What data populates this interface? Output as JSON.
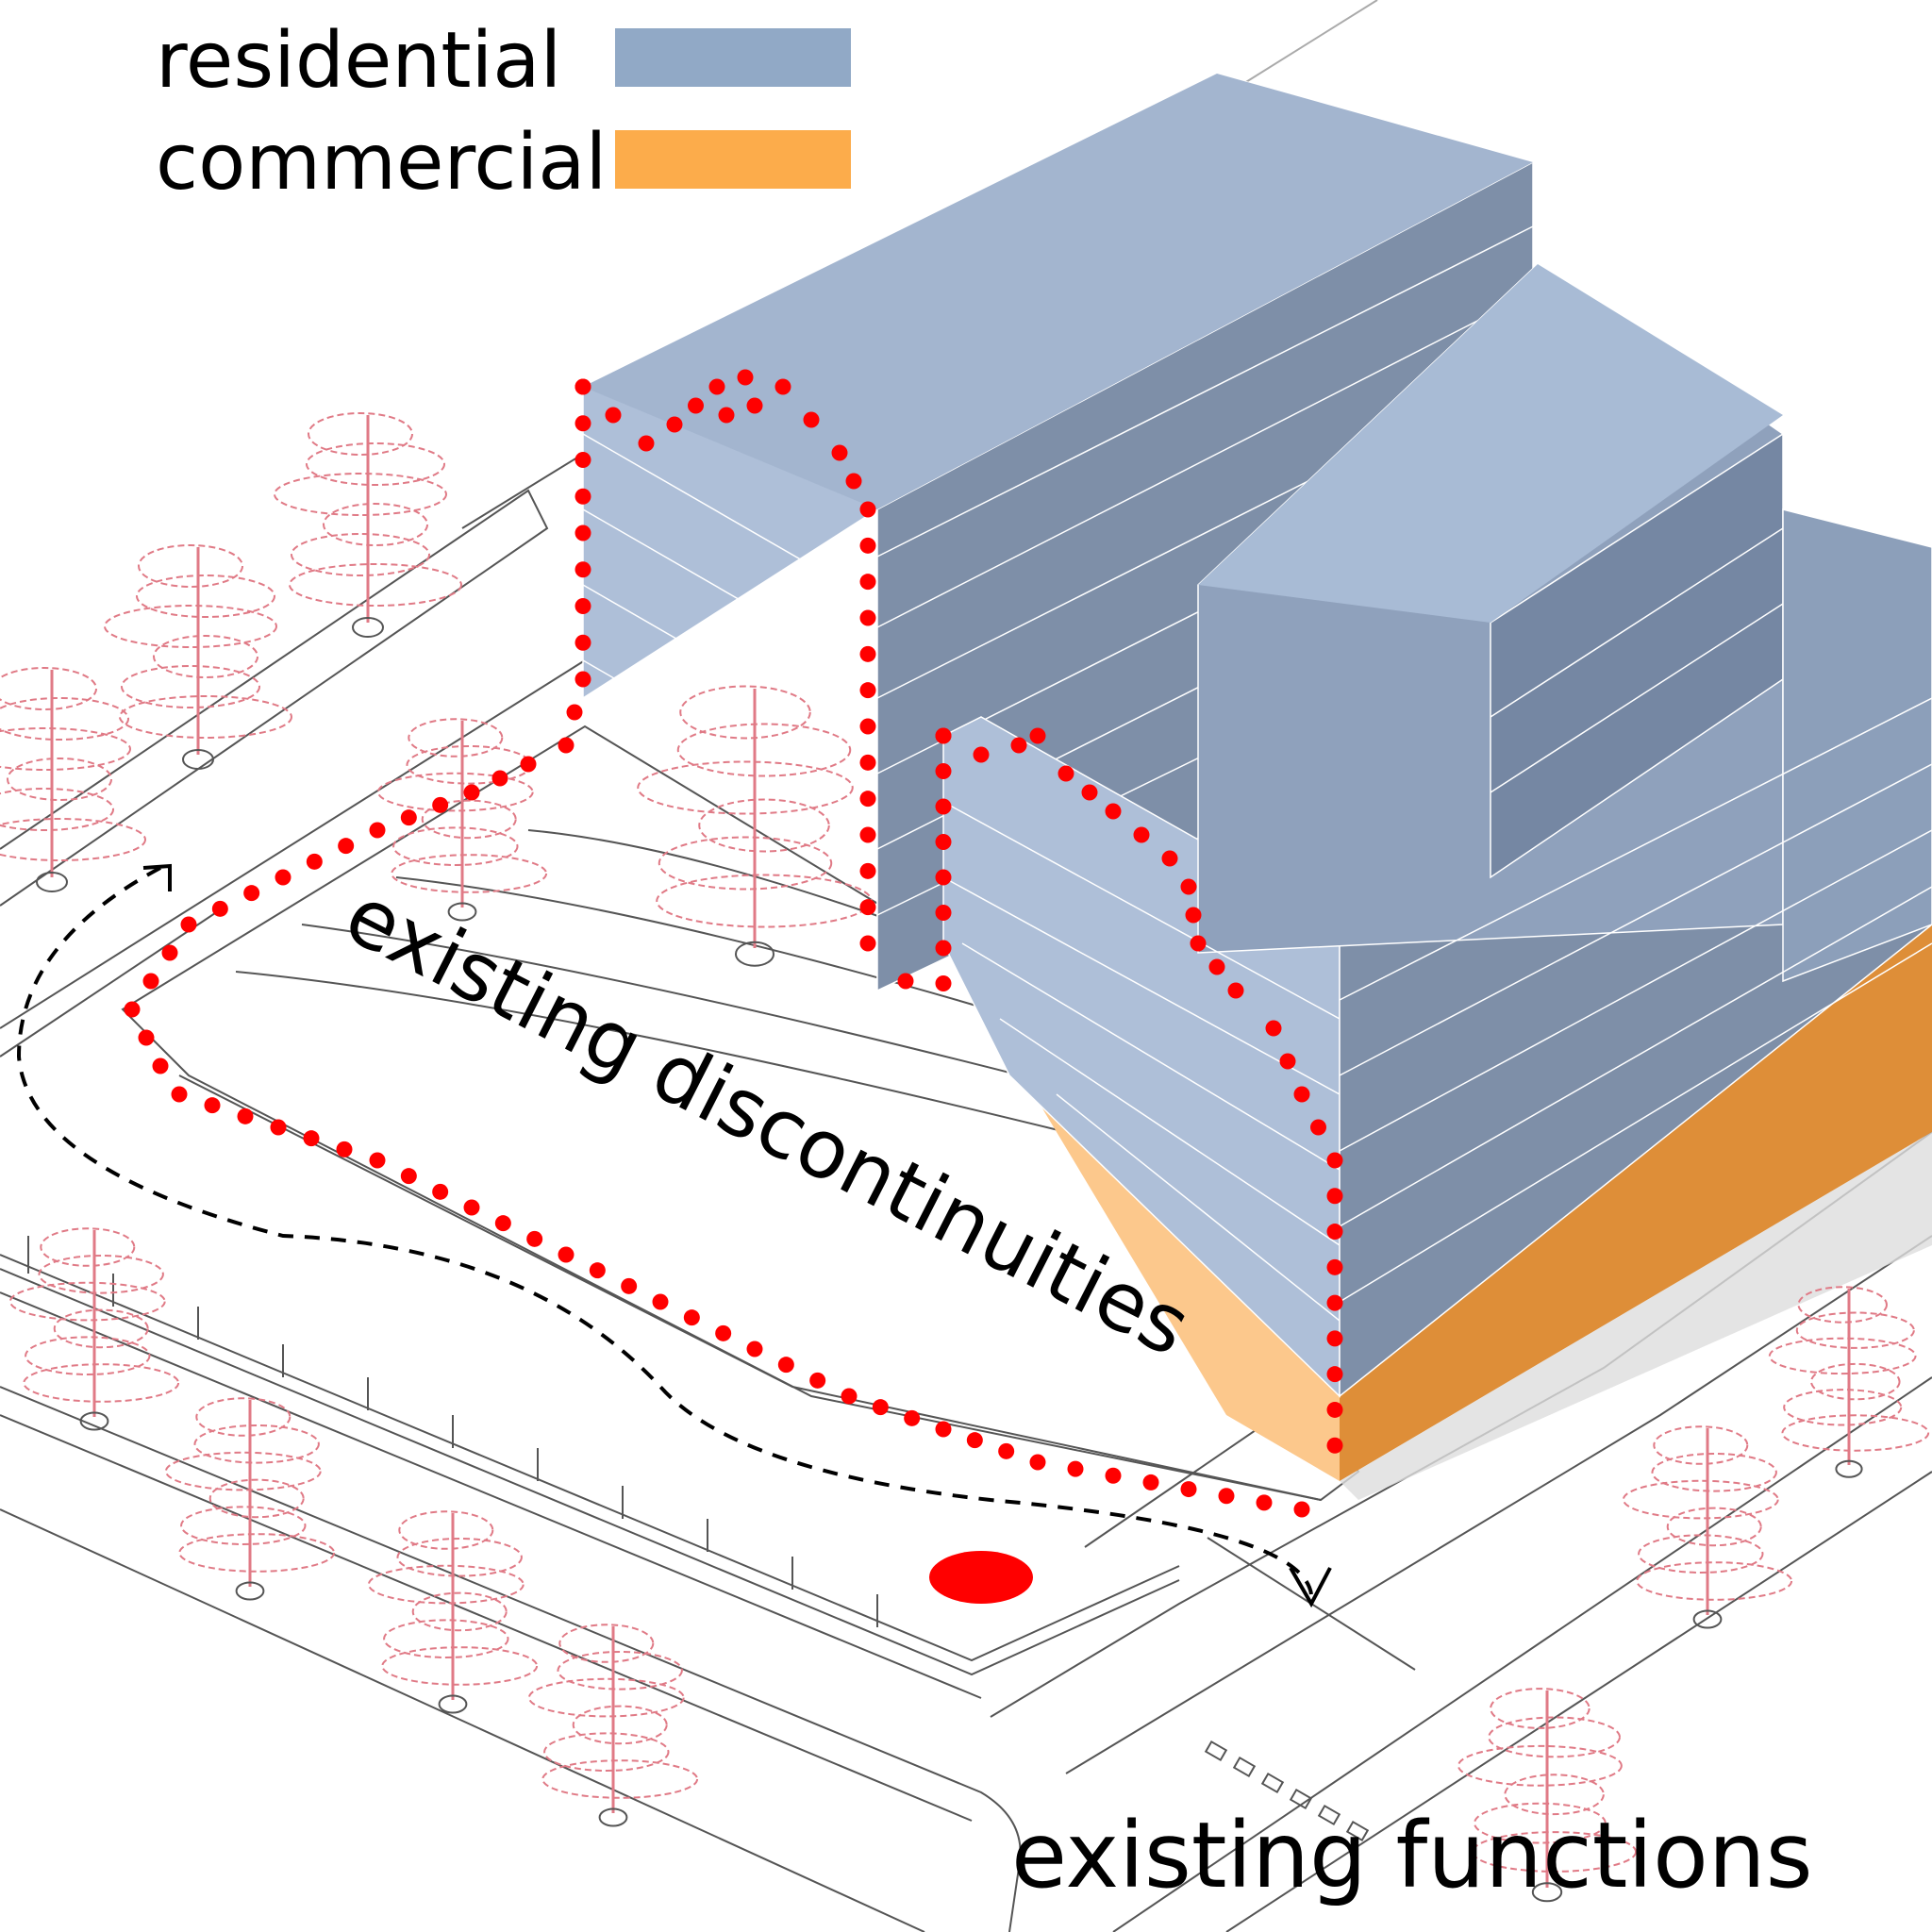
{
  "legend": {
    "items": [
      {
        "label": "residential",
        "color": "#91A9C6"
      },
      {
        "label": "commercial",
        "color": "#FCAC4B"
      }
    ]
  },
  "annotations": {
    "discontinuities": "existing discontinuities",
    "functions": "existing functions"
  },
  "colors": {
    "facade_light": "#AEBFD8",
    "facade_dark": "#7E8FA8",
    "roof": "#A8BBD5",
    "commercial_light": "#FCC88C",
    "commercial_dark": "#DE8E38",
    "tree_line": "#E07A86",
    "boundary_dot": "#FF0000",
    "site_line": "#555555"
  }
}
